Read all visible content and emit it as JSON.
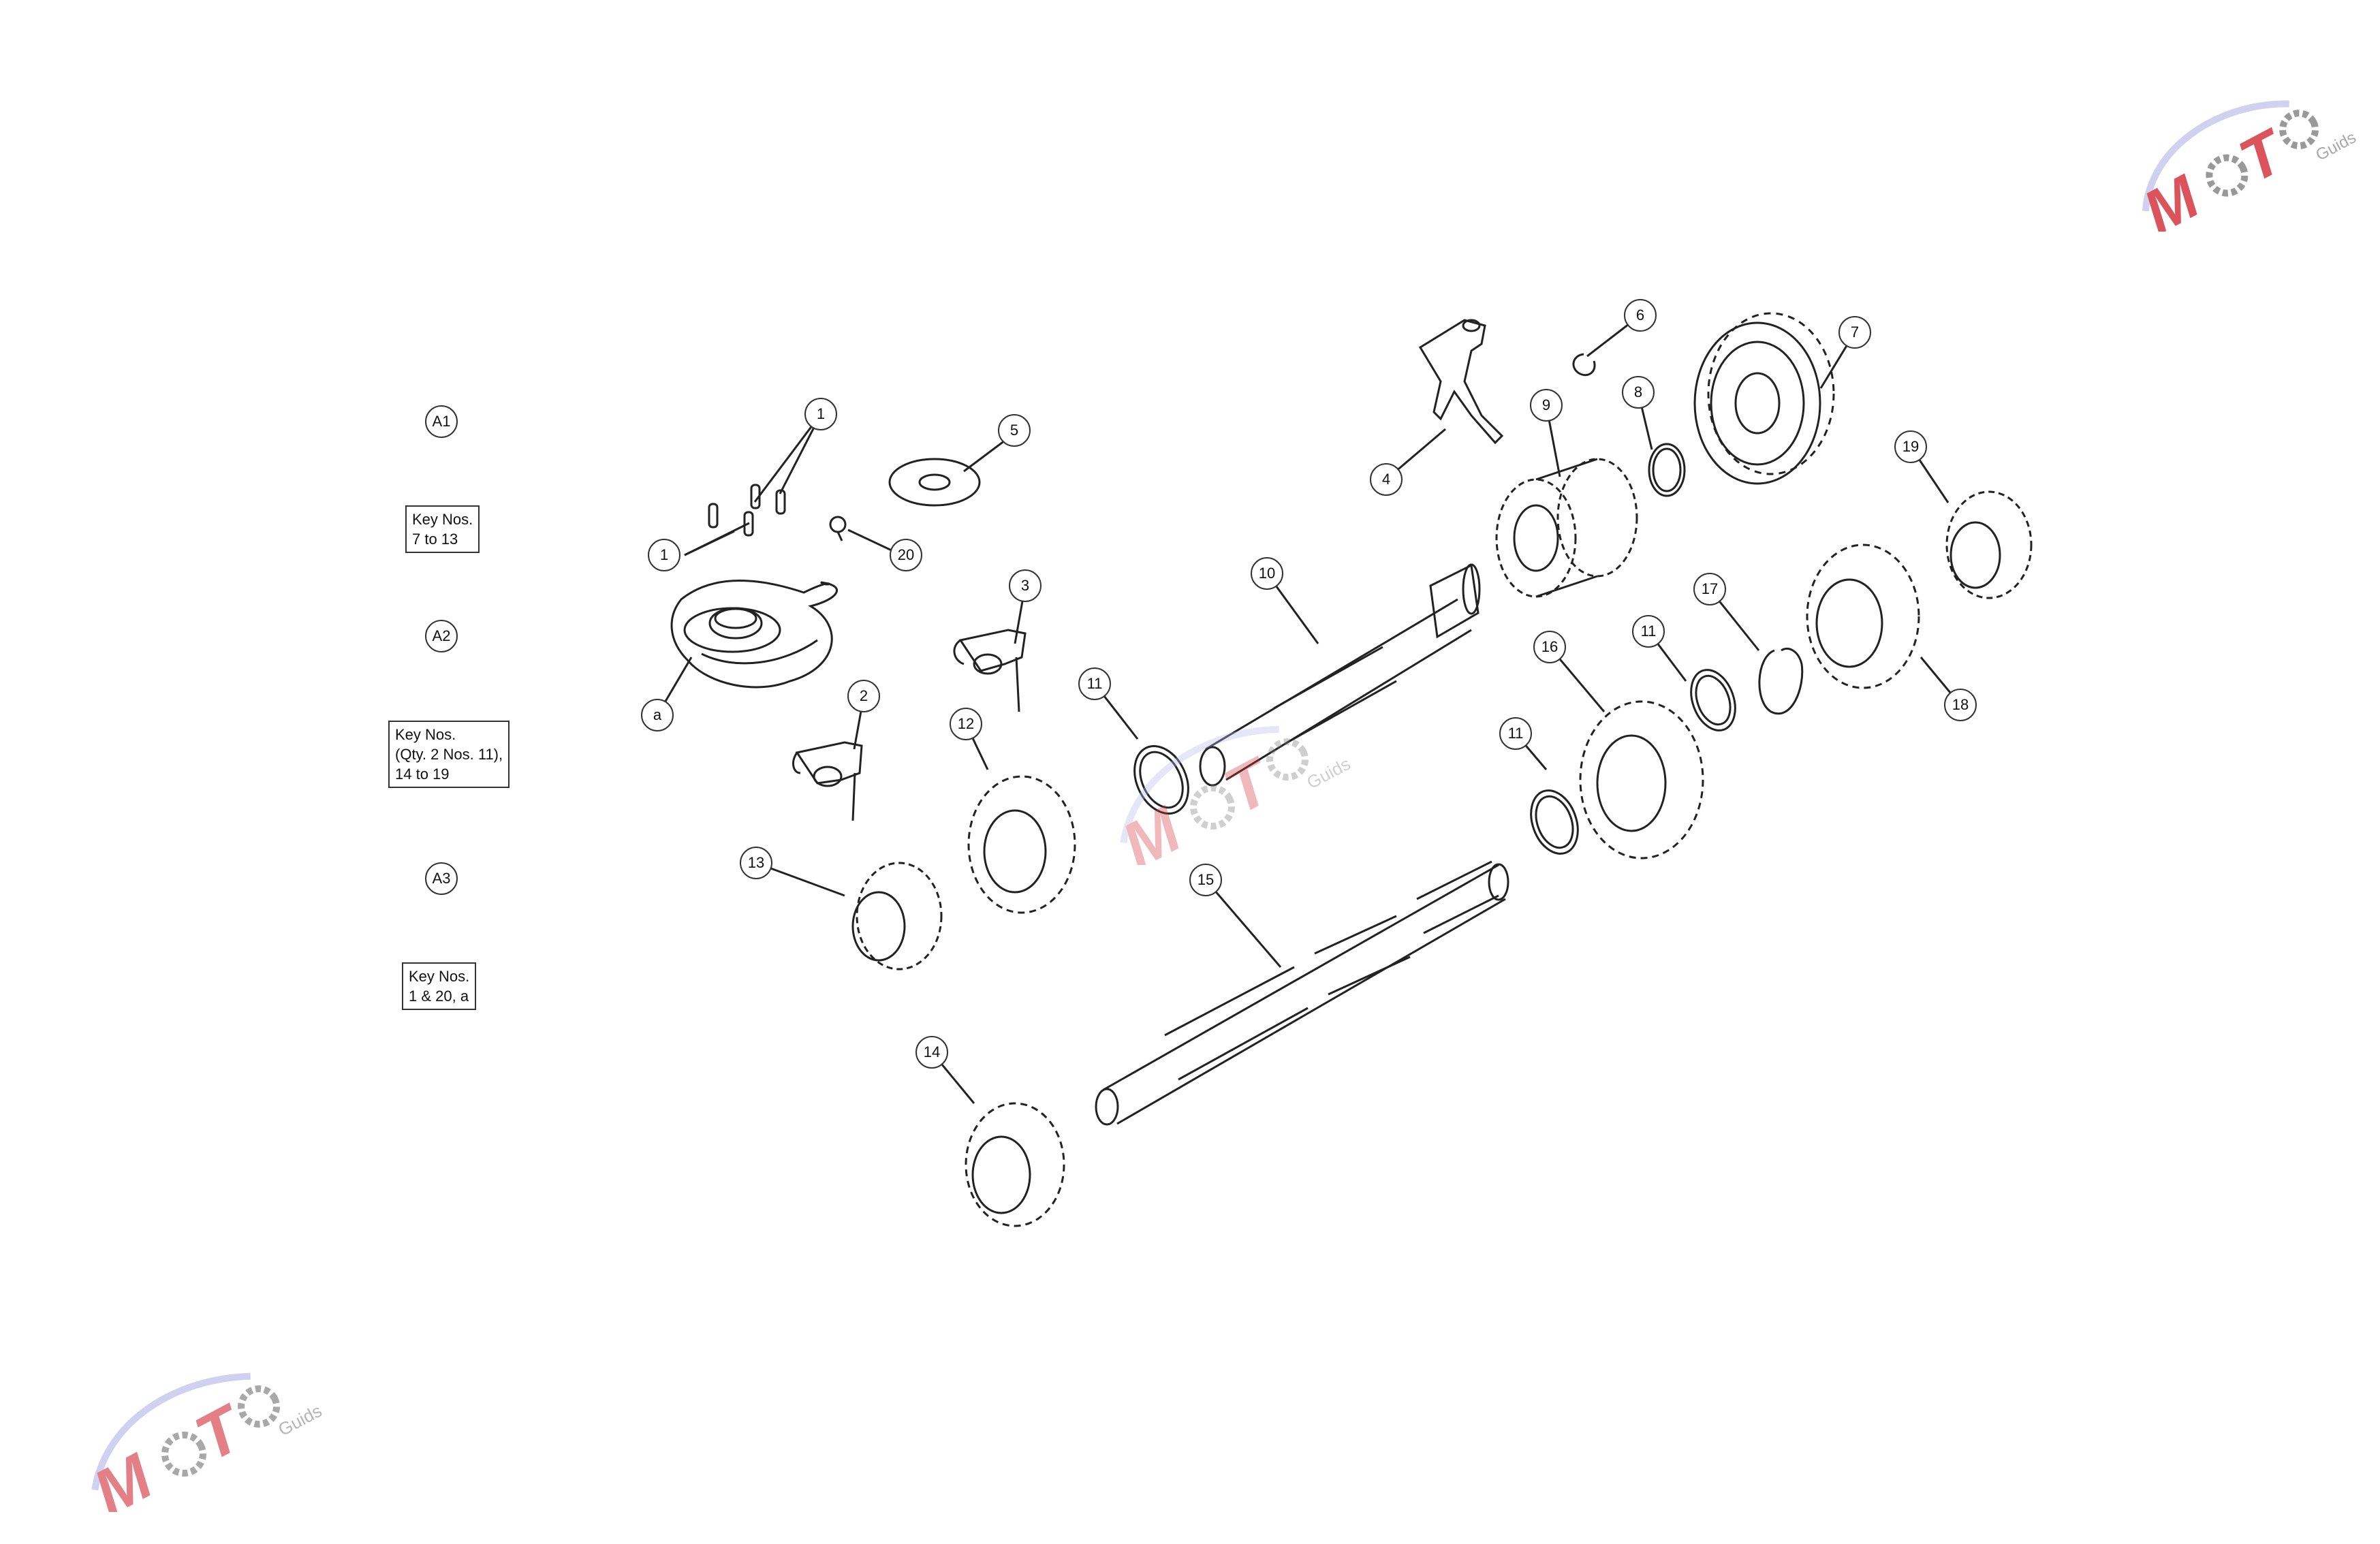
{
  "diagram": {
    "sections": [
      {
        "tag": "A1",
        "keys": [
          "Key Nos.",
          "7 to 13"
        ]
      },
      {
        "tag": "A2",
        "keys": [
          "Key Nos.",
          "(Qty. 2 Nos. 11),",
          "14 to 19"
        ]
      },
      {
        "tag": "A3",
        "keys": [
          "Key Nos.",
          "1 & 20, a"
        ]
      }
    ],
    "callouts": {
      "c1a": "1",
      "c1b": "1",
      "c5": "5",
      "c20": "20",
      "c3": "3",
      "c2": "2",
      "ca": "a",
      "c4": "4",
      "c6": "6",
      "c7": "7",
      "c8": "8",
      "c9": "9",
      "c19": "19",
      "c10": "10",
      "c11a": "11",
      "c11b": "11",
      "c11c": "11",
      "c12": "12",
      "c13": "13",
      "c14": "14",
      "c15": "15",
      "c16": "16",
      "c17": "17",
      "c18": "18"
    },
    "watermark": {
      "brand": "MOTO",
      "sub": "Guids"
    }
  }
}
